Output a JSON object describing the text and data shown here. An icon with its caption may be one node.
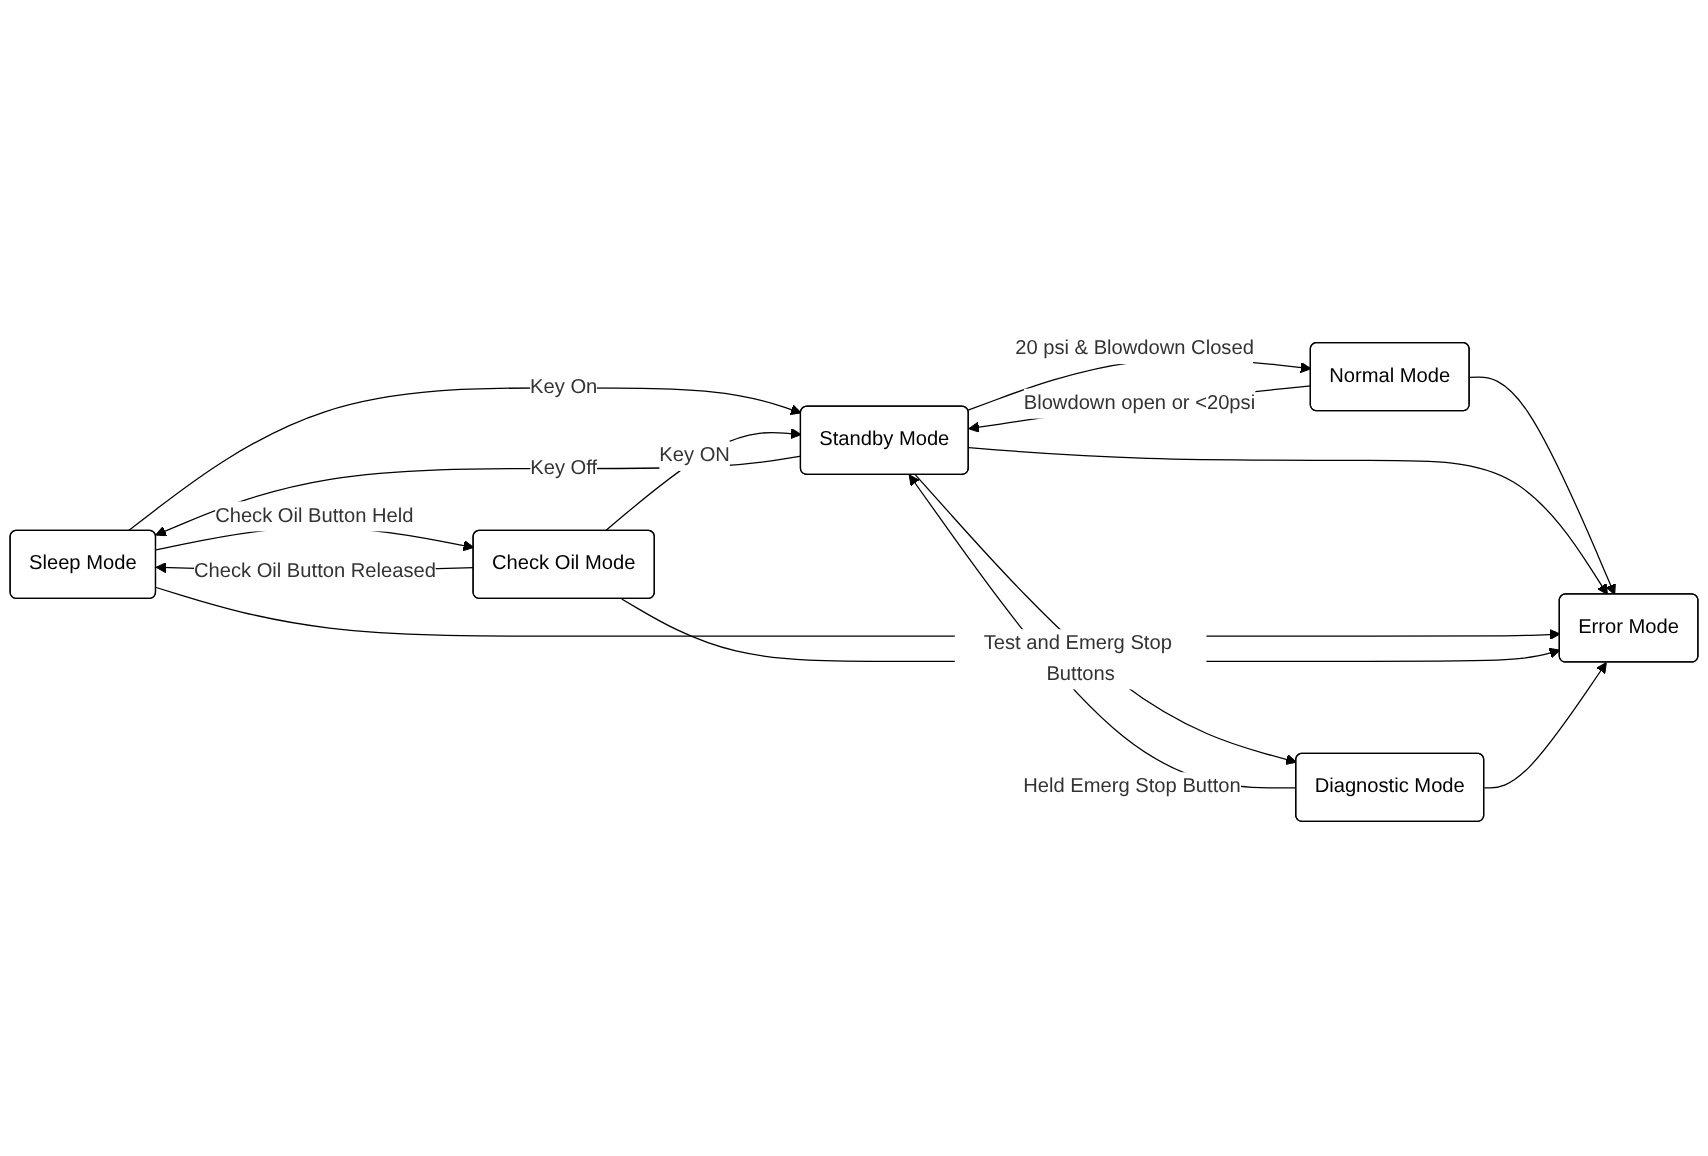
{
  "diagram": {
    "nodes": [
      {
        "text": [
          "Sleep Mode"
        ]
      },
      {
        "text": [
          "Standby Mode"
        ]
      },
      {
        "text": [
          "Normal Mode"
        ]
      },
      {
        "text": [
          "Check Oil Mode"
        ]
      },
      {
        "text": [
          "Diagnostic Mode"
        ]
      },
      {
        "text": [
          "Error Mode"
        ]
      }
    ],
    "edges": [
      {
        "from": 1,
        "to": 0,
        "arrow": "to",
        "label": "Key Off"
      },
      {
        "from": 0,
        "to": 1,
        "arrow": "to",
        "label": "Key On"
      },
      {
        "from": 1,
        "to": 2,
        "arrow": "to",
        "label": "20 psi & Blowdown Closed"
      },
      {
        "from": 2,
        "to": 1,
        "arrow": "to",
        "label": "Blowdown open or <20psi"
      },
      {
        "from": 0,
        "to": 3,
        "arrow": "to",
        "label": "Check Oil Button Held"
      },
      {
        "from": 3,
        "to": 0,
        "arrow": "to",
        "label": "Check Oil Button Released"
      },
      {
        "from": 3,
        "to": 1,
        "arrow": "to",
        "label": "Key ON"
      },
      {
        "from": 1,
        "to": 4,
        "arrow": "to",
        "label": "Test and Emerg Stop Buttons"
      },
      {
        "from": 4,
        "to": 1,
        "arrow": "to",
        "label": "Held Emerg Stop Button"
      },
      {
        "from": 2,
        "to": 5,
        "arrow": "to"
      },
      {
        "from": 1,
        "to": 5,
        "arrow": "to"
      },
      {
        "from": 0,
        "to": 5,
        "arrow": "to"
      },
      {
        "from": 3,
        "to": 5,
        "arrow": "to"
      },
      {
        "from": 4,
        "to": 5,
        "arrow": "to"
      }
    ]
  }
}
